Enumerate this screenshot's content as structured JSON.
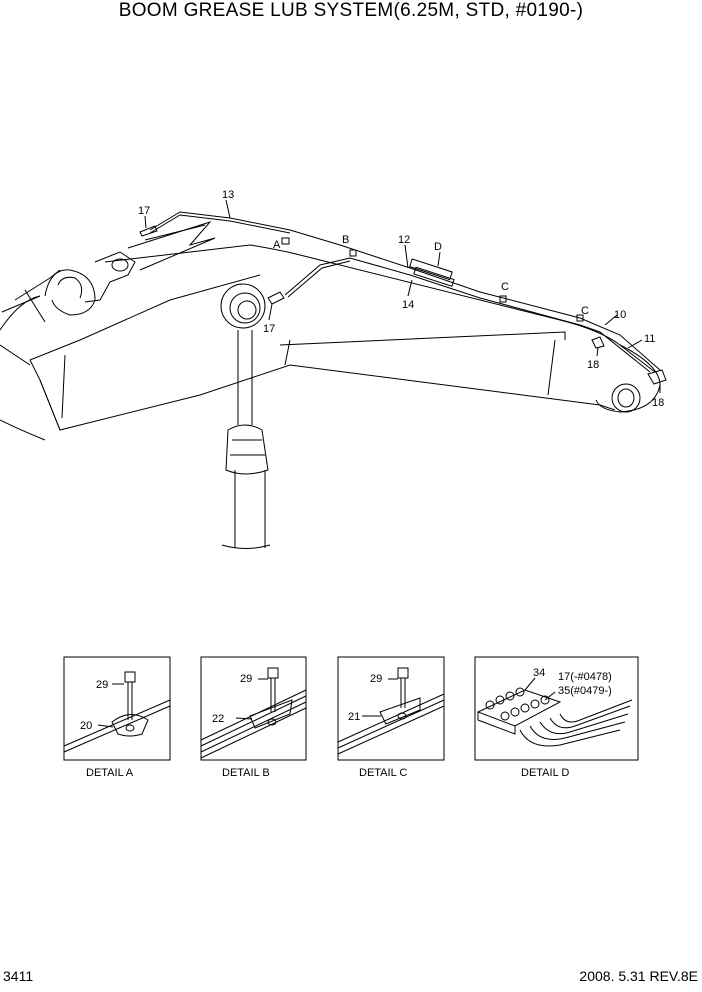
{
  "title": "BOOM GREASE LUB SYSTEM(6.25M, STD, #0190-)",
  "footer": {
    "page_number": "3411",
    "date_revision": "2008. 5.31  REV.8E"
  },
  "callouts": {
    "c13": "13",
    "c17a": "17",
    "cA": "A",
    "cB": "B",
    "c12": "12",
    "cD": "D",
    "c14": "14",
    "c17b": "17",
    "cC1": "C",
    "cC2": "C",
    "c10": "10",
    "c11": "11",
    "c18a": "18",
    "c18b": "18"
  },
  "details": [
    {
      "caption": "DETAIL  A",
      "bolt": "29",
      "clamp": "20"
    },
    {
      "caption": "DETAIL  B",
      "bolt": "29",
      "clamp": "22"
    },
    {
      "caption": "DETAIL  C",
      "bolt": "29",
      "clamp": "21"
    },
    {
      "caption": "DETAIL  D",
      "block": "34",
      "fitting_a": "17(-#0478)",
      "fitting_b": "35(#0479-)"
    }
  ]
}
